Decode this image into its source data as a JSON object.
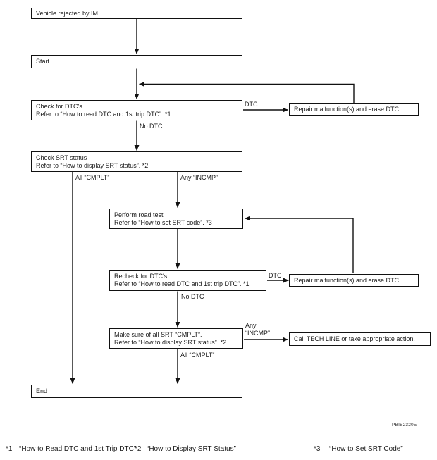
{
  "diagram": {
    "figure_code": "PBIB2320E",
    "colors": {
      "line": "#111111",
      "background": "#ffffff",
      "text": "#1a1a1a"
    },
    "nodes": {
      "vehicle_rejected": {
        "line1": "Vehicle rejected by IM"
      },
      "start": {
        "line1": "Start"
      },
      "check_dtc": {
        "line1": "Check for DTC's",
        "line2": "Refer to “How to read DTC and 1st trip DTC”. *1"
      },
      "repair1": {
        "line1": "Repair malfunction(s) and erase DTC."
      },
      "check_srt": {
        "line1": "Check SRT status",
        "line2": "Refer to “How to display SRT status”. *2"
      },
      "road_test": {
        "line1": "Perform road test",
        "line2": "Refer to “How to set SRT code”. *3"
      },
      "recheck_dtc": {
        "line1": "Recheck for DTC's",
        "line2": "Refer to “How to read DTC and 1st trip DTC”. *1"
      },
      "repair2": {
        "line1": "Repair malfunction(s) and erase DTC."
      },
      "make_sure": {
        "line1": "Make sure of all SRT “CMPLT”.",
        "line2": "Refer to “How to display SRT status”. *2"
      },
      "call_tech": {
        "line1": "Call TECH LINE or take appropriate action."
      },
      "end": {
        "line1": "End"
      }
    },
    "labels": {
      "dtc1": "DTC",
      "no_dtc1": "No DTC",
      "all_cmplt1": "All “CMPLT”",
      "any_incmp1": "Any “INCMP”",
      "dtc2": "DTC",
      "no_dtc2": "No DTC",
      "any_incmp2_line1": "Any",
      "any_incmp2_line2": "“INCMP”",
      "all_cmplt2": "All “CMPLT”"
    },
    "footnotes": [
      {
        "marker": "*1",
        "text": "“How to Read DTC and 1st Trip DTC”"
      },
      {
        "marker": "*2",
        "text": "“How to Display SRT Status”"
      },
      {
        "marker": "*3",
        "text": "“How to Set SRT Code”"
      }
    ]
  }
}
